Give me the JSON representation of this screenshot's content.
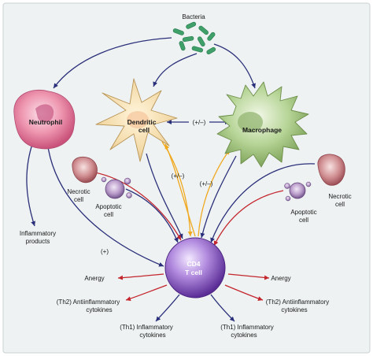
{
  "colors": {
    "background": "#ffffff",
    "panel": "#eef2f2",
    "arrow_blue": "#2a2f7a",
    "arrow_red": "#c4262e",
    "arrow_orange": "#f0a81e",
    "neutrophil": "#e87a9a",
    "dendritic": "#f3d9a6",
    "macrophage": "#a6c97e",
    "tcell": "#8a5cc4",
    "bacteria": "#3fa06a"
  },
  "labels": {
    "bacteria": "Bacteria",
    "neutrophil": "Neutrophil",
    "dendritic_1": "Dendritic",
    "dendritic_2": "cell",
    "macrophage": "Macrophage",
    "dc_mac_interaction": "(+/–)",
    "necrotic_left_1": "Necrotic",
    "necrotic_left_2": "cell",
    "apoptotic_left_1": "Apoptotic",
    "apoptotic_left_2": "cell",
    "necrotic_right_1": "Necrotic",
    "necrotic_right_2": "cell",
    "apoptotic_right_1": "Apoptotic",
    "apoptotic_right_2": "cell",
    "pm_left": "(+/–)",
    "pm_right": "(+/–)",
    "plus": "(+)",
    "inflammatory_1": "Inflammatory",
    "inflammatory_2": "products",
    "tcell_1": "CD4",
    "tcell_2": "T cell",
    "anergy_left": "Anergy",
    "anergy_right": "Anergy",
    "th2_left_1": "(Th2) Antiinflammatory",
    "th2_left_2": "cytokines",
    "th2_right_1": "(Th2) Antiinflammatory",
    "th2_right_2": "cytokines",
    "th1_left_1": "(Th1) Inflammatory",
    "th1_left_2": "cytokines",
    "th1_right_1": "(Th1) Inflammatory",
    "th1_right_2": "cytokines"
  }
}
